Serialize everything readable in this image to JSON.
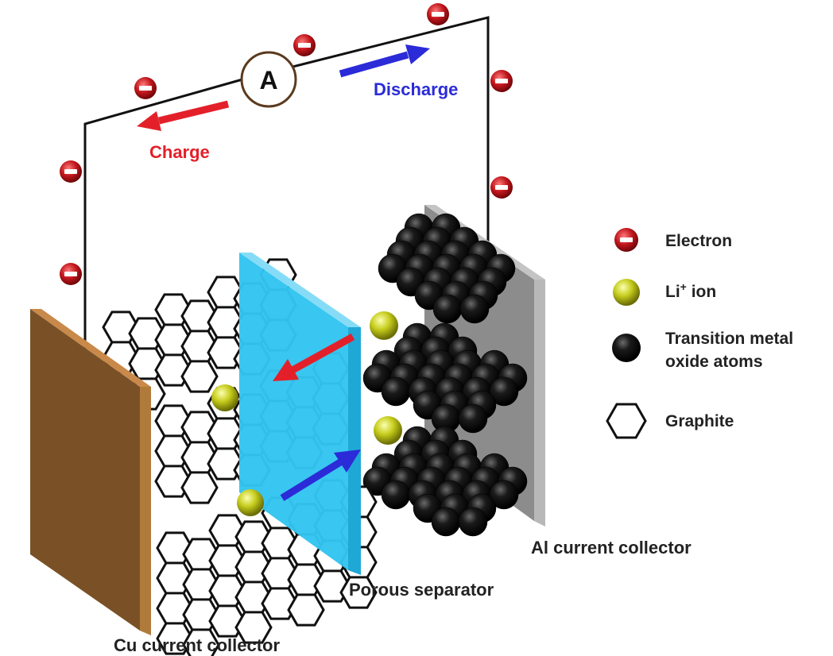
{
  "circuit": {
    "ammeter_label": "A",
    "charge_label": "Charge",
    "discharge_label": "Discharge"
  },
  "components": {
    "cu_collector_label": "Cu current collector",
    "separator_label": "Porous separator",
    "al_collector_label": "Al current collector"
  },
  "legend": {
    "electron": "Electron",
    "li_ion": "Li",
    "li_ion_sup": "+",
    "li_ion_suffix": " ion",
    "oxide_line1": "Transition metal",
    "oxide_line2": "oxide atoms",
    "graphite": "Graphite"
  },
  "colors": {
    "charge": "#e3202a",
    "discharge": "#2b2bd8",
    "copper": "#a8702f",
    "separator": "#35c3ee",
    "aluminum": "#8a8a8a",
    "li_ion": "#c6cc1c",
    "electron": "#c0161c"
  }
}
